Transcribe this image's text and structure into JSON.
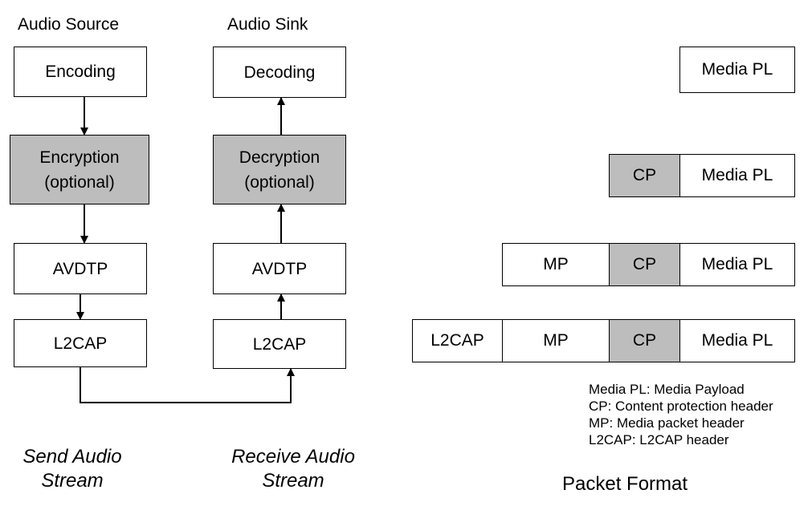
{
  "source": {
    "title": "Audio Source",
    "encoding": "Encoding",
    "encryption": "Encryption\n(optional)",
    "avdtp": "AVDTP",
    "l2cap": "L2CAP",
    "caption": "Send Audio\nStream"
  },
  "sink": {
    "title": "Audio Sink",
    "decoding": "Decoding",
    "decryption": "Decryption\n(optional)",
    "avdtp": "AVDTP",
    "l2cap": "L2CAP",
    "caption": "Receive Audio\nStream"
  },
  "packets": {
    "media_pl": "Media PL",
    "cp": "CP",
    "mp": "MP",
    "l2cap": "L2CAP",
    "title": "Packet Format"
  },
  "legend": [
    "Media PL: Media Payload",
    "CP: Content protection header",
    "MP: Media packet header",
    "L2CAP: L2CAP header"
  ],
  "colors": {
    "optional_fill": "#bdbdbd",
    "line": "#000000"
  }
}
